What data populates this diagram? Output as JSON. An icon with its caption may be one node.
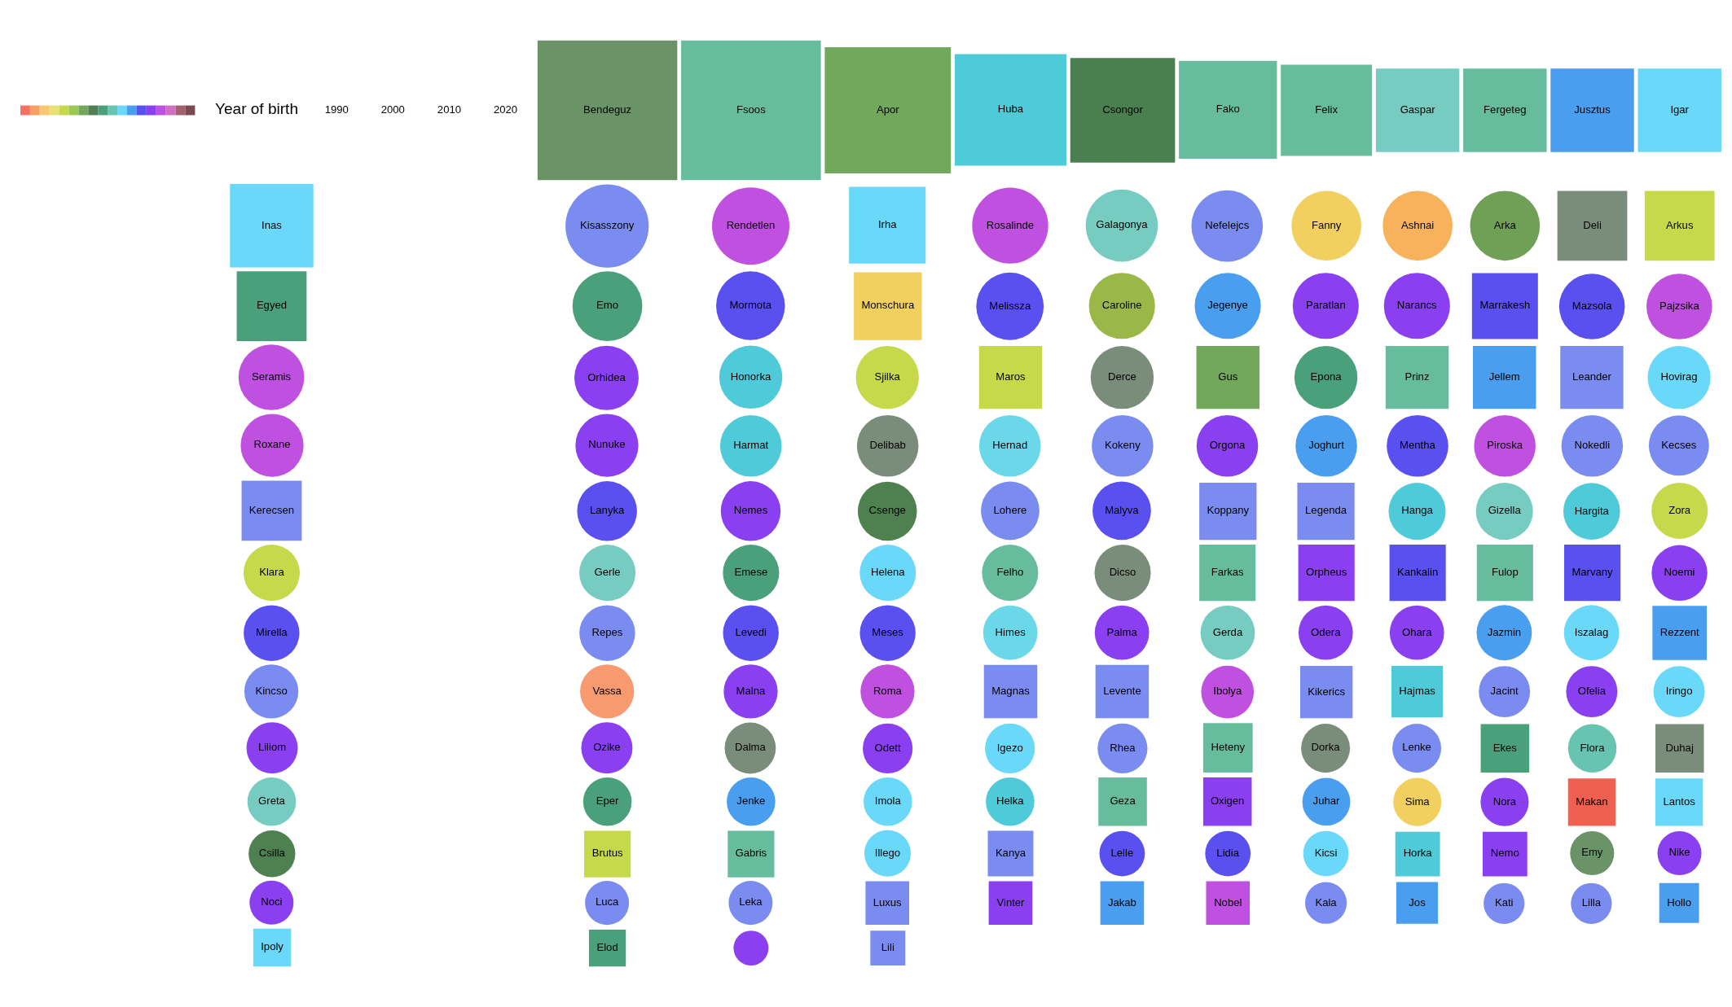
{
  "diagram": {
    "nodes": [
      {
        "text": [
          "Fanny"
        ]
      },
      {
        "text": [
          "Vassa"
        ]
      },
      {
        "text": [
          "Sima"
        ]
      },
      {
        "text": [
          "Ashnai"
        ]
      },
      {
        "text": [
          "Sjilka"
        ]
      },
      {
        "text": [
          "Arka"
        ]
      },
      {
        "text": [
          "Zora"
        ]
      },
      {
        "text": [
          "Brutus"
        ]
      },
      {
        "text": [
          "Maros"
        ]
      },
      {
        "text": [
          "Apor"
        ]
      },
      {
        "text": [
          "Klara"
        ]
      },
      {
        "text": [
          "Csenge"
        ]
      },
      {
        "text": [
          "Makan"
        ]
      },
      {
        "text": [
          "Deli"
        ]
      },
      {
        "text": [
          "Gaspar"
        ]
      },
      {
        "text": [
          "Ekes"
        ]
      },
      {
        "text": [
          "Arkus"
        ]
      },
      {
        "text": [
          "Egyed"
        ]
      },
      {
        "text": [
          "Csongor"
        ]
      },
      {
        "text": [
          "Bendeguz"
        ]
      },
      {
        "text": [
          "Csilla"
        ]
      },
      {
        "text": [
          "Monschura"
        ]
      },
      {
        "text": [
          "Harmat"
        ]
      },
      {
        "text": [
          "Hajmas"
        ]
      },
      {
        "text": [
          "Flora"
        ]
      },
      {
        "text": [
          "Emo"
        ]
      },
      {
        "text": [
          "Delibab"
        ]
      },
      {
        "text": [
          "Dorka"
        ]
      },
      {
        "text": [
          "Duhaj"
        ]
      },
      {
        "text": [
          "Hanga"
        ]
      },
      {
        "text": [
          "Himes"
        ]
      },
      {
        "text": [
          "Gerle"
        ]
      },
      {
        "text": [
          "Hargita"
        ]
      },
      {
        "text": [
          "Greta"
        ]
      },
      {
        "text": [
          "Derce"
        ]
      },
      {
        "text": [
          "Gus"
        ]
      },
      {
        "text": [
          "Emese"
        ]
      },
      {
        "text": [
          "Dalma"
        ]
      },
      {
        "text": [
          "Elod"
        ]
      },
      {
        "text": [
          "Felix"
        ]
      },
      {
        "text": [
          "Helena"
        ]
      },
      {
        "text": [
          "Hovirag"
        ]
      },
      {
        "text": [
          "Felho"
        ]
      },
      {
        "text": [
          "Epona"
        ]
      },
      {
        "text": [
          "Dicso"
        ]
      },
      {
        "text": [
          "Caroline"
        ]
      },
      {
        "text": [
          "Prinz"
        ]
      },
      {
        "text": [
          "Emy"
        ]
      },
      {
        "text": [
          "Eper"
        ]
      },
      {
        "text": [
          "Fergeteg"
        ]
      },
      {
        "text": [
          "Juhar"
        ]
      },
      {
        "text": [
          "Jellem"
        ]
      },
      {
        "text": [
          "Jusztus"
        ]
      },
      {
        "text": [
          "Irha"
        ]
      },
      {
        "text": [
          "Igar"
        ]
      },
      {
        "text": [
          "Hernad"
        ]
      },
      {
        "text": [
          "Farkas"
        ]
      },
      {
        "text": [
          "Galagonya"
        ]
      },
      {
        "text": [
          "Rezzent"
        ]
      },
      {
        "text": [
          "Illego"
        ]
      },
      {
        "text": [
          "Kanya"
        ]
      },
      {
        "text": [
          "Kokeny"
        ]
      },
      {
        "text": [
          "Kisasszony"
        ]
      },
      {
        "text": [
          "Jazmin"
        ]
      },
      {
        "text": [
          "Noemi"
        ]
      },
      {
        "text": [
          "Malna"
        ]
      },
      {
        "text": [
          "Mormota"
        ]
      },
      {
        "text": [
          "Kincso"
        ]
      },
      {
        "text": [
          "Hollo"
        ]
      },
      {
        "text": [
          "Lanyka"
        ]
      },
      {
        "text": [
          "Nemes"
        ]
      },
      {
        "text": [
          "Jenke"
        ]
      },
      {
        "text": [
          "Lantos"
        ]
      },
      {
        "text": [
          "Orgona"
        ]
      },
      {
        "text": [
          "Honorka"
        ]
      },
      {
        "text": [
          "Lelle"
        ]
      },
      {
        "text": [
          "Palma"
        ]
      },
      {
        "text": [
          "Lidia"
        ]
      },
      {
        "text": [
          "Kicsi"
        ]
      },
      {
        "text": [
          "Melissza"
        ]
      },
      {
        "text": [
          "Kala"
        ]
      },
      {
        "text": [
          "Mazsola"
        ]
      },
      {
        "text": [
          "Orpheus"
        ]
      },
      {
        "text": [
          "Kankalin"
        ]
      },
      {
        "text": [
          "Pajzsika"
        ]
      },
      {
        "text": [
          "Jacint"
        ]
      },
      {
        "text": [
          "Lohere"
        ]
      },
      {
        "text": [
          "Kati"
        ]
      },
      {
        "text": [
          "Kikerics"
        ]
      },
      {
        "text": [],
        "shape": "circle"
      },
      {
        "text": [
          "Magnas"
        ]
      },
      {
        "text": [
          "Odett"
        ]
      },
      {
        "text": [
          "Malyva"
        ]
      },
      {
        "text": [
          "Ofelia"
        ]
      },
      {
        "text": [
          "Ipoly"
        ]
      },
      {
        "text": [
          "Luxus"
        ]
      },
      {
        "text": [
          "Ibolya"
        ]
      },
      {
        "text": [
          "Jegenye"
        ]
      },
      {
        "text": [
          "Iringo"
        ]
      },
      {
        "text": [
          "Vinter"
        ]
      },
      {
        "text": [
          "Gerda"
        ]
      },
      {
        "text": [
          "Koppany"
        ]
      },
      {
        "text": [
          "Iszalag"
        ]
      },
      {
        "text": [
          "Nora"
        ]
      },
      {
        "text": [
          "Joghurt"
        ]
      },
      {
        "text": [
          "Odera"
        ]
      },
      {
        "text": [
          "Gizella"
        ]
      },
      {
        "text": [
          "Kecses"
        ]
      },
      {
        "text": [
          "Mirella"
        ]
      },
      {
        "text": [
          "Nike"
        ]
      },
      {
        "text": [
          "Legenda"
        ]
      },
      {
        "text": [
          "Lilla"
        ]
      },
      {
        "text": [
          "Igezo"
        ]
      },
      {
        "text": [
          "Heteny"
        ]
      },
      {
        "text": [
          "Jakab"
        ]
      },
      {
        "text": [
          "Fulop"
        ]
      },
      {
        "text": [
          "Imola"
        ]
      },
      {
        "text": [
          "Helka"
        ]
      },
      {
        "text": [
          "Luca"
        ]
      },
      {
        "text": [
          "Horka"
        ]
      },
      {
        "text": [
          "Fako"
        ]
      },
      {
        "text": [
          "Geza"
        ]
      },
      {
        "text": [
          "Inas"
        ]
      },
      {
        "text": [
          "Huba"
        ]
      },
      {
        "text": [
          "Fsoos"
        ]
      },
      {
        "text": [
          "Repes"
        ]
      },
      {
        "text": [
          "Lenke"
        ]
      },
      {
        "text": [
          "Noci"
        ]
      },
      {
        "text": [
          "Nefelejcs"
        ]
      },
      {
        "text": [
          "Levedi"
        ]
      },
      {
        "text": [
          "Mentha"
        ]
      },
      {
        "text": [
          "Oxigen"
        ]
      },
      {
        "text": [
          "Jos"
        ]
      },
      {
        "text": [
          "Piroska"
        ]
      },
      {
        "text": [
          "Orhidea"
        ]
      },
      {
        "text": [
          "Rhea"
        ]
      },
      {
        "text": [
          "Nemo"
        ]
      },
      {
        "text": [
          "Paratlan"
        ]
      },
      {
        "text": [
          "Narancs"
        ]
      },
      {
        "text": [
          "Lili"
        ]
      },
      {
        "text": [
          "Nobel"
        ]
      },
      {
        "text": [
          "Nokedli"
        ]
      },
      {
        "text": [
          "Marrakesh"
        ]
      },
      {
        "text": [
          "Levente"
        ]
      },
      {
        "text": [
          "Marvany"
        ]
      },
      {
        "text": [
          "Rosalinde"
        ]
      },
      {
        "text": [
          "Liliom"
        ]
      },
      {
        "text": [
          "Ozike"
        ]
      },
      {
        "text": [
          "Gabris"
        ]
      },
      {
        "text": [
          "Seramis"
        ]
      },
      {
        "text": [
          "Kerecsen"
        ]
      },
      {
        "text": [
          "Roma"
        ]
      },
      {
        "text": [
          "Roxane"
        ]
      },
      {
        "text": [
          "Rendetlen"
        ]
      },
      {
        "text": [
          "Leka"
        ]
      },
      {
        "text": [
          "Nunuke"
        ]
      },
      {
        "text": [
          "Meses"
        ]
      },
      {
        "text": [
          "Leander"
        ]
      },
      {
        "text": [
          "Ohara"
        ]
      }
    ],
    "labels": [
      "Year of birth",
      "1990",
      "2000",
      "2010",
      "2020"
    ]
  }
}
